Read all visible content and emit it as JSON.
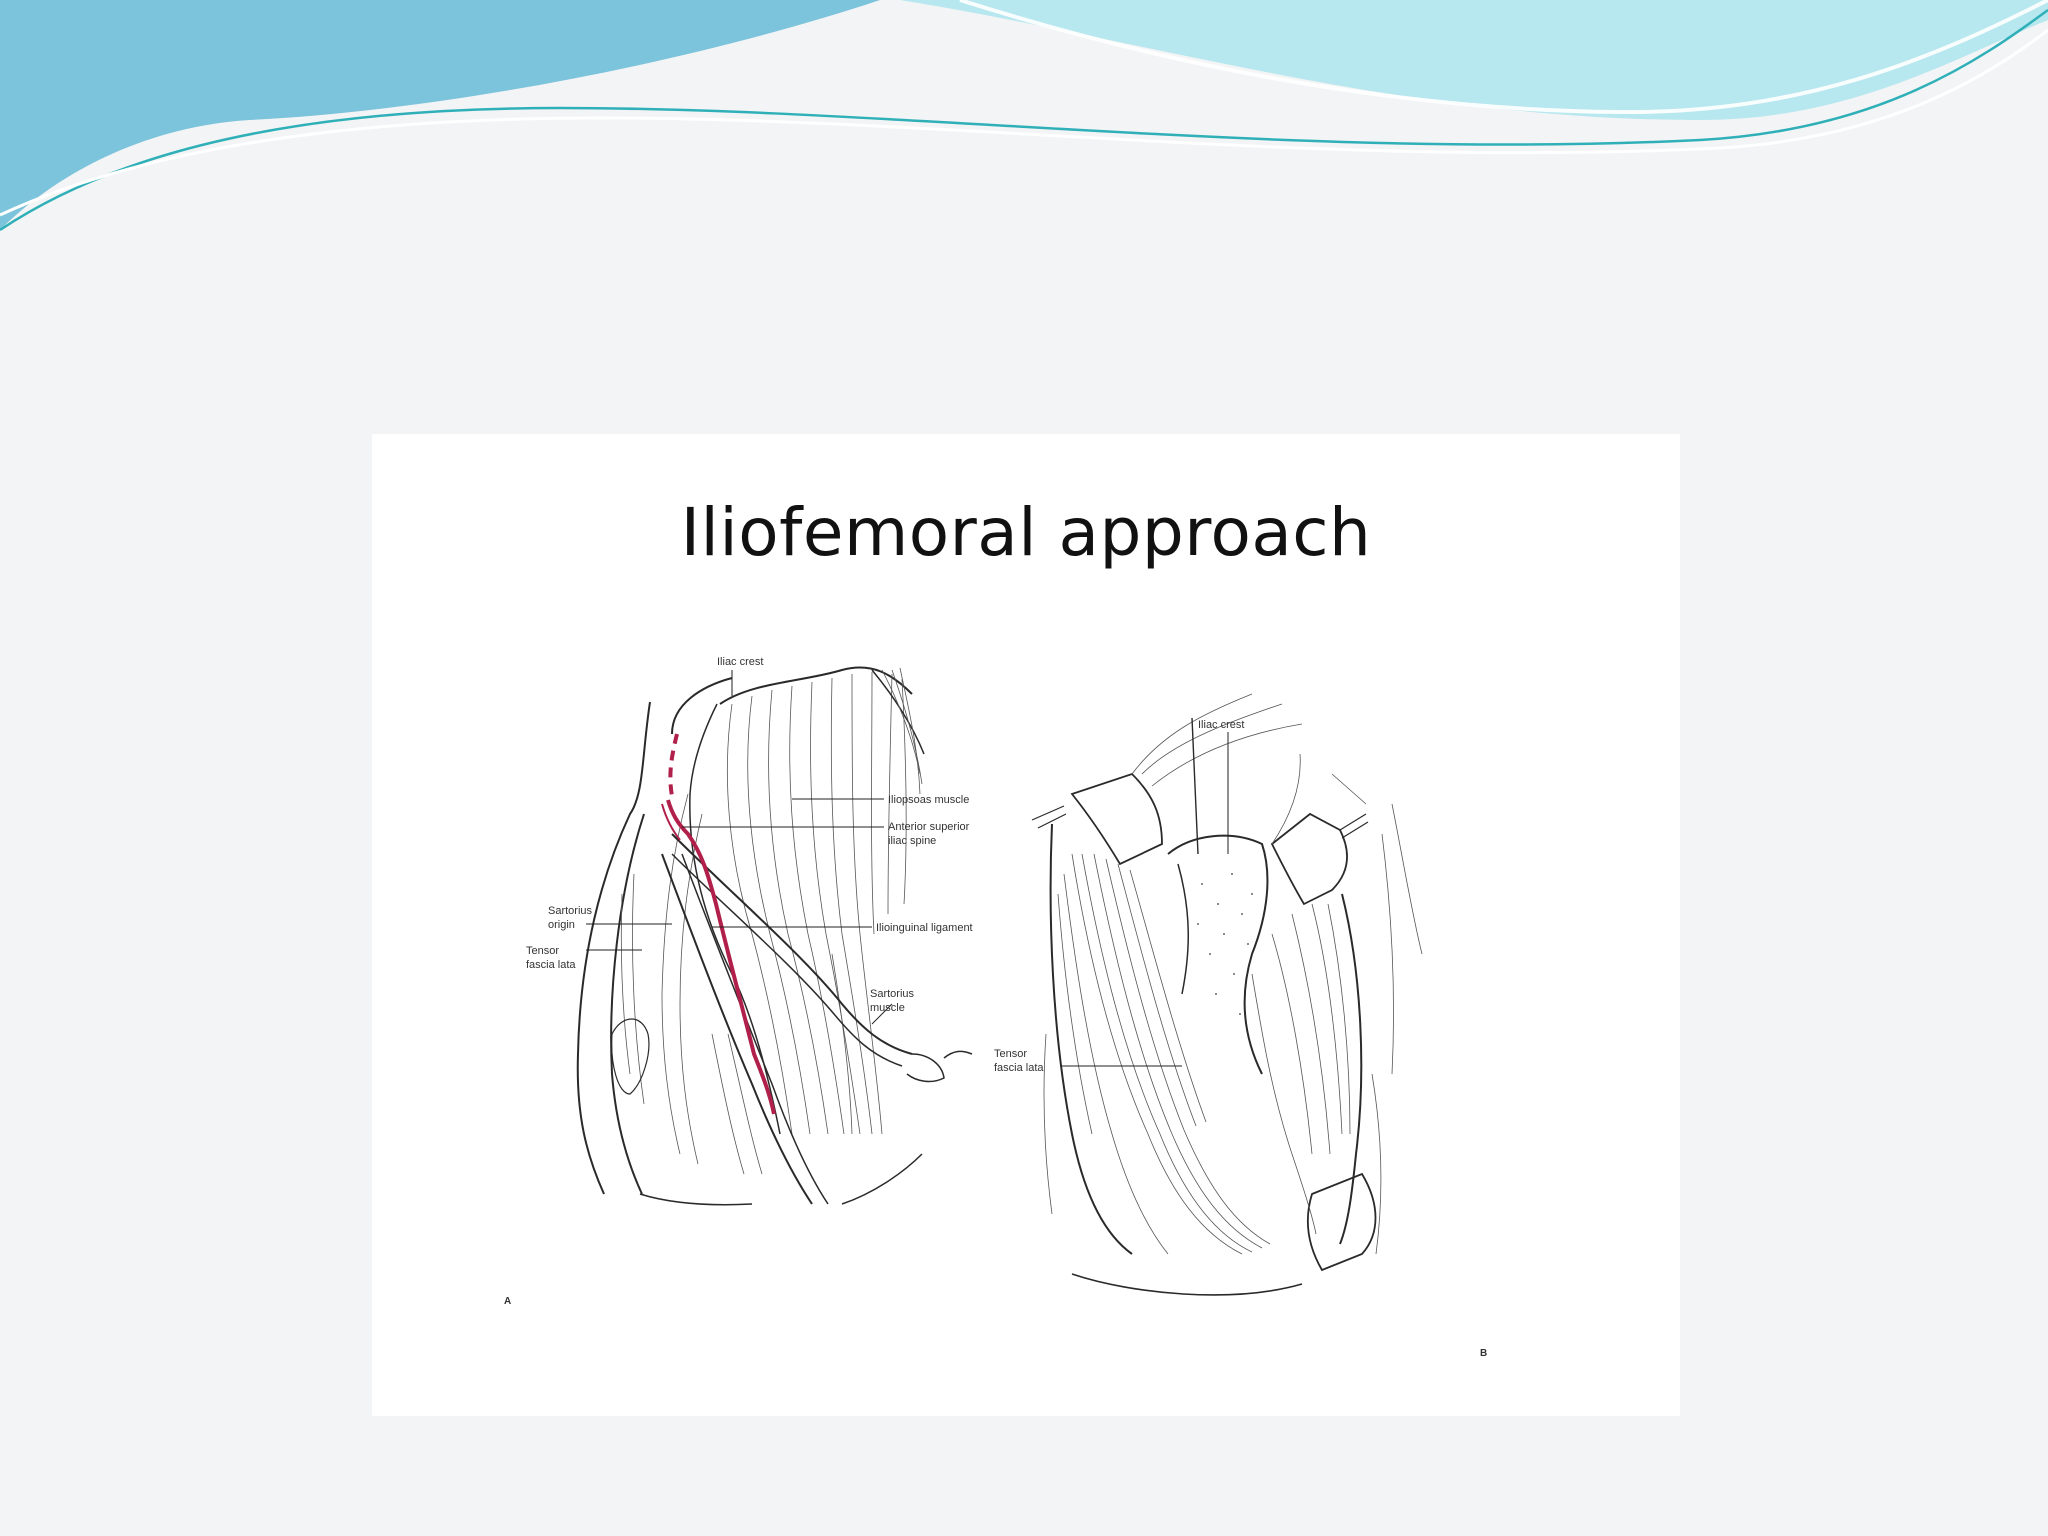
{
  "slide": {
    "title": "Iliofemoral approach",
    "theme_colors": {
      "wave_dark": "#7fc8de",
      "wave_light": "#a9e3ee",
      "incision": "#b0204a"
    }
  },
  "figure_a": {
    "panel_letter": "A",
    "labels": {
      "iliac_crest": "Iliac crest",
      "iliopsoas_muscle": "Iliopsoas muscle",
      "asis_line1": "Anterior superior",
      "asis_line2": "iliac spine",
      "sartorius_origin_line1": "Sartorius",
      "sartorius_origin_line2": "origin",
      "tensor_line1": "Tensor",
      "tensor_line2": "fascia lata",
      "ilioinguinal_ligament": "Ilioinguinal ligament",
      "sartorius_muscle_line1": "Sartorius",
      "sartorius_muscle_line2": "muscle"
    }
  },
  "figure_b": {
    "panel_letter": "B",
    "labels": {
      "iliac_crest": "Iliac crest",
      "tensor_line1": "Tensor",
      "tensor_line2": "fascia lata"
    }
  }
}
